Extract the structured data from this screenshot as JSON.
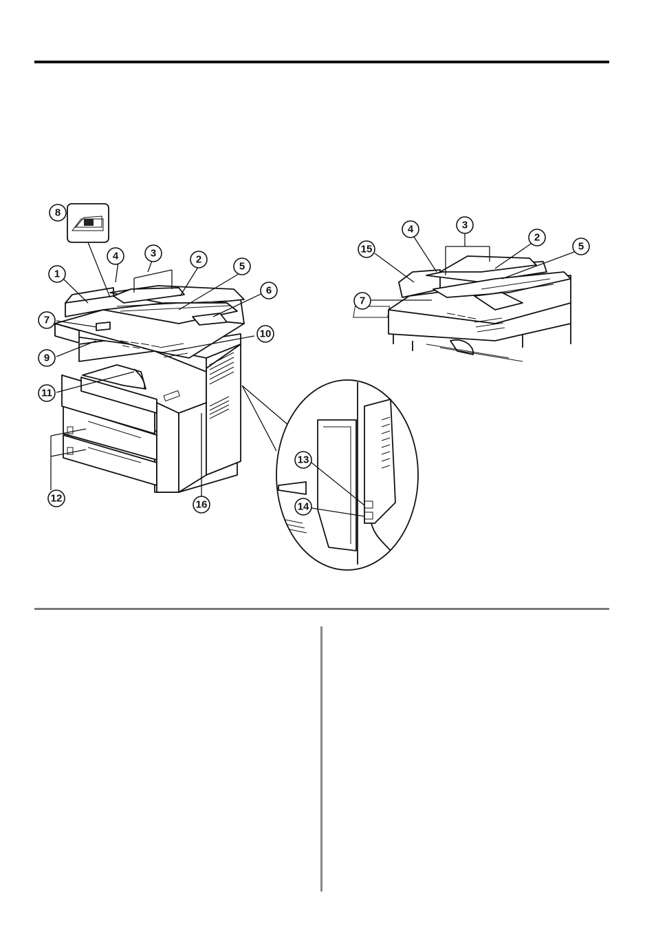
{
  "callouts": {
    "c1": "1",
    "c2": "2",
    "c3": "3",
    "c4": "4",
    "c5": "5",
    "c6": "6",
    "c7": "7",
    "c8": "8",
    "c9": "9",
    "c10": "10",
    "c11": "11",
    "c12": "12",
    "c13": "13",
    "c14": "14",
    "c15": "15",
    "c16": "16"
  },
  "right_callouts": {
    "c2": "2",
    "c3": "3",
    "c4": "4",
    "c5": "5",
    "c7": "7",
    "c15": "15"
  }
}
